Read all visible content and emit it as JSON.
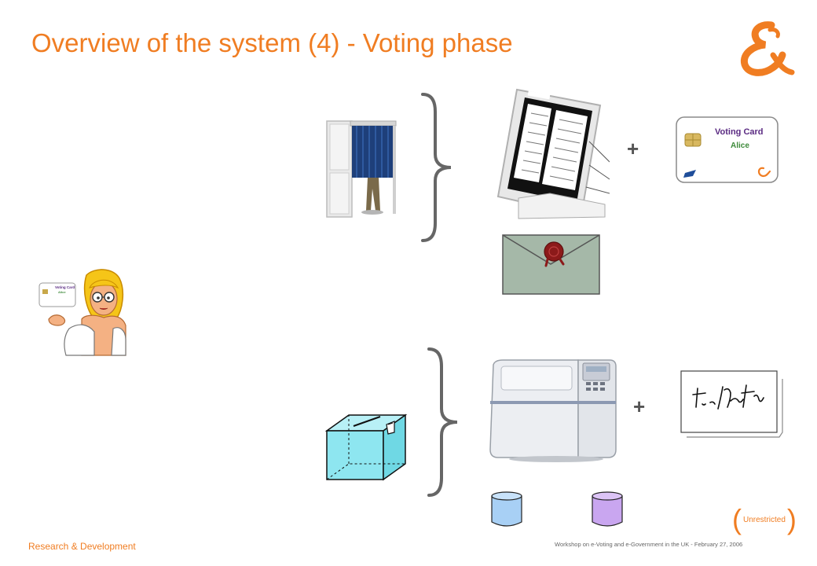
{
  "slide": {
    "title": "Overview of the system (4) - Voting phase",
    "footer_left": "Research & Development",
    "footer_right": "Workshop on e-Voting and e-Government in the UK - February 27, 2006",
    "classification": "Unrestricted"
  },
  "voting_card": {
    "title": "Voting Card",
    "holder": "Alice"
  },
  "icons": {
    "logo": "ampersand-logo-icon",
    "booth": "voting-booth-icon",
    "tablet": "e-voting-tablet-icon",
    "envelope": "sealed-envelope-icon",
    "ballot_box": "ballot-box-icon",
    "server": "server-machine-icon",
    "signature": "signature-icon"
  },
  "operators": {
    "plus_top": "+",
    "plus_bottom": "+"
  },
  "colors": {
    "accent": "#f07d22",
    "database_blue": "#a8d0f5",
    "database_purple": "#c9a6f0"
  }
}
